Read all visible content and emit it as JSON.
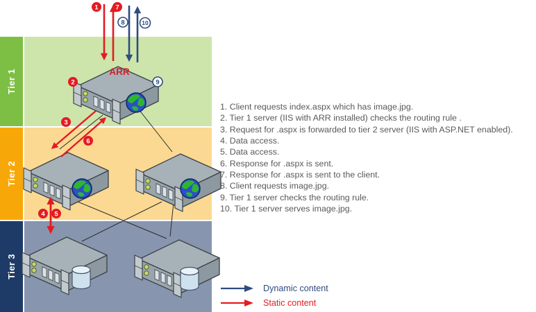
{
  "tiers": [
    {
      "label": "Tier 1"
    },
    {
      "label": "Tier 2"
    },
    {
      "label": "Tier 3"
    }
  ],
  "server": {
    "arr_label": "ARR"
  },
  "markers": {
    "m1": "1",
    "m2": "2",
    "m3": "3",
    "m4": "4",
    "m5": "5",
    "m6": "6",
    "m7": "7",
    "m8": "8",
    "m9": "9",
    "m10": "10"
  },
  "steps": [
    "1. Client requests index.aspx which has image.jpg.",
    "2. Tier 1 server (IIS with ARR installed) checks the routing rule .",
    "3. Request for .aspx is forwarded to tier 2 server (IIS with ASP.NET enabled).",
    "4. Data access.",
    "5. Data access.",
    "6. Response for .aspx is sent.",
    "7. Response for .aspx is sent to the client.",
    "8. Client requests image.jpg.",
    "9. Tier 1 server checks the routing rule.",
    "10. Tier 1 server serves image.jpg."
  ],
  "legend": {
    "dynamic": {
      "label": "Dynamic content",
      "color": "#2E4C7E"
    },
    "static": {
      "label": "Static content",
      "color": "#E31B23"
    }
  },
  "colors": {
    "tier1_label": "#7DBE45",
    "tier1_band": "#CDE5AB",
    "tier2_label": "#F8A708",
    "tier2_band": "#FBD992",
    "tier3_label": "#1E3A67",
    "tier3_band": "#8895AF",
    "static_red": "#E31B23",
    "dynamic_blue": "#2E4C7E",
    "list_text": "#595959",
    "arr_text": "#D41F26"
  }
}
